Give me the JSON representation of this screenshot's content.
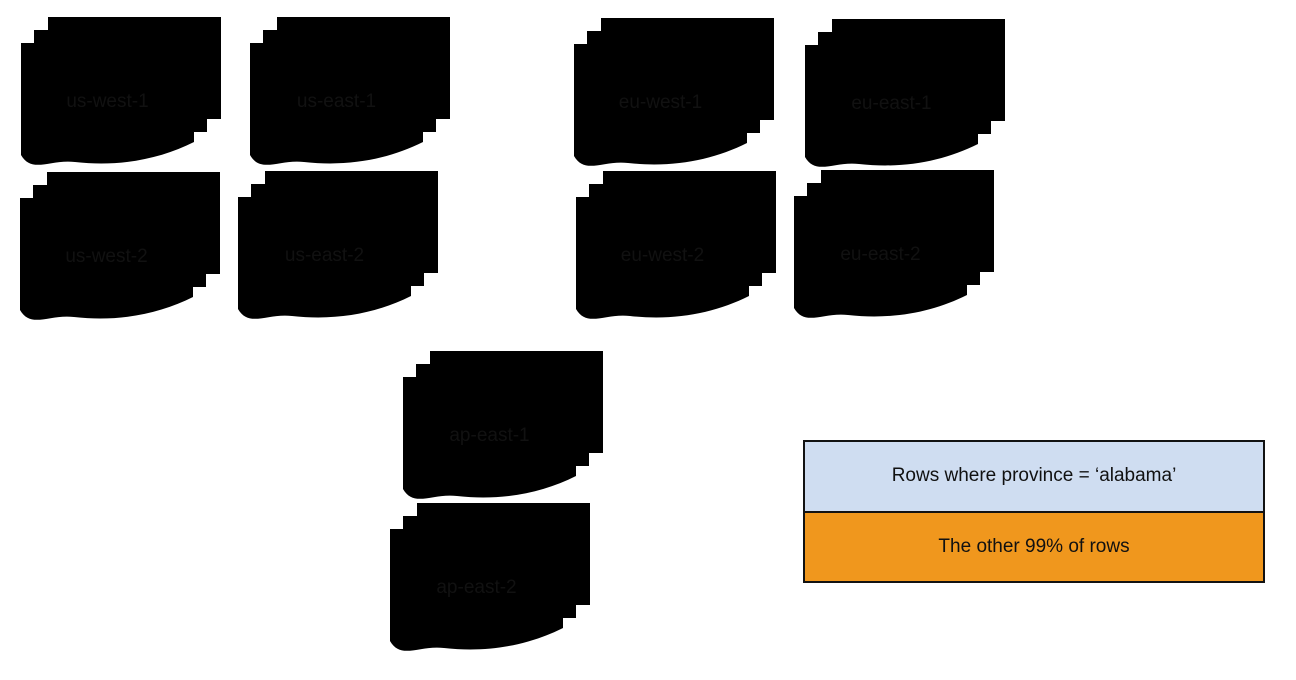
{
  "colors": {
    "region_fill": "#CFDDF1",
    "highlight_fill": "#F0971D",
    "outline": "#121212",
    "text": "#111111",
    "background": "#FFFFFF"
  },
  "stacks": [
    {
      "label": "us-west-1",
      "highlighted": false,
      "sheet_count": 3
    },
    {
      "label": "us-east-1",
      "highlighted": true,
      "sheet_count": 3
    },
    {
      "label": "eu-west-1",
      "highlighted": false,
      "sheet_count": 3
    },
    {
      "label": "eu-east-1",
      "highlighted": false,
      "sheet_count": 3
    },
    {
      "label": "us-west-2",
      "highlighted": false,
      "sheet_count": 3
    },
    {
      "label": "us-east-2",
      "highlighted": false,
      "sheet_count": 3
    },
    {
      "label": "eu-west-2",
      "highlighted": false,
      "sheet_count": 3
    },
    {
      "label": "eu-east-2",
      "highlighted": false,
      "sheet_count": 3
    },
    {
      "label": "ap-east-1",
      "highlighted": false,
      "sheet_count": 3
    },
    {
      "label": "ap-east-2",
      "highlighted": false,
      "sheet_count": 3
    }
  ],
  "legend": {
    "items": [
      {
        "label": "Rows where province = ‘alabama’",
        "style": "blue"
      },
      {
        "label": "The other 99% of rows",
        "style": "orange"
      }
    ]
  }
}
